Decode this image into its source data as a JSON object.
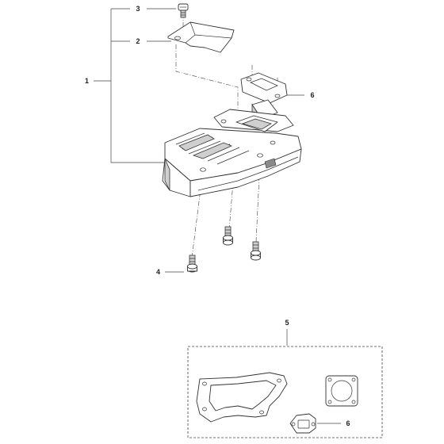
{
  "callouts": {
    "c1": "1",
    "c2": "2",
    "c3": "3",
    "c4": "4",
    "c5": "5",
    "c6_top": "6",
    "c6_kit": "6"
  },
  "colors": {
    "line": "#333333",
    "shade": "#cfcfcf",
    "dark": "#8a8a8a"
  }
}
